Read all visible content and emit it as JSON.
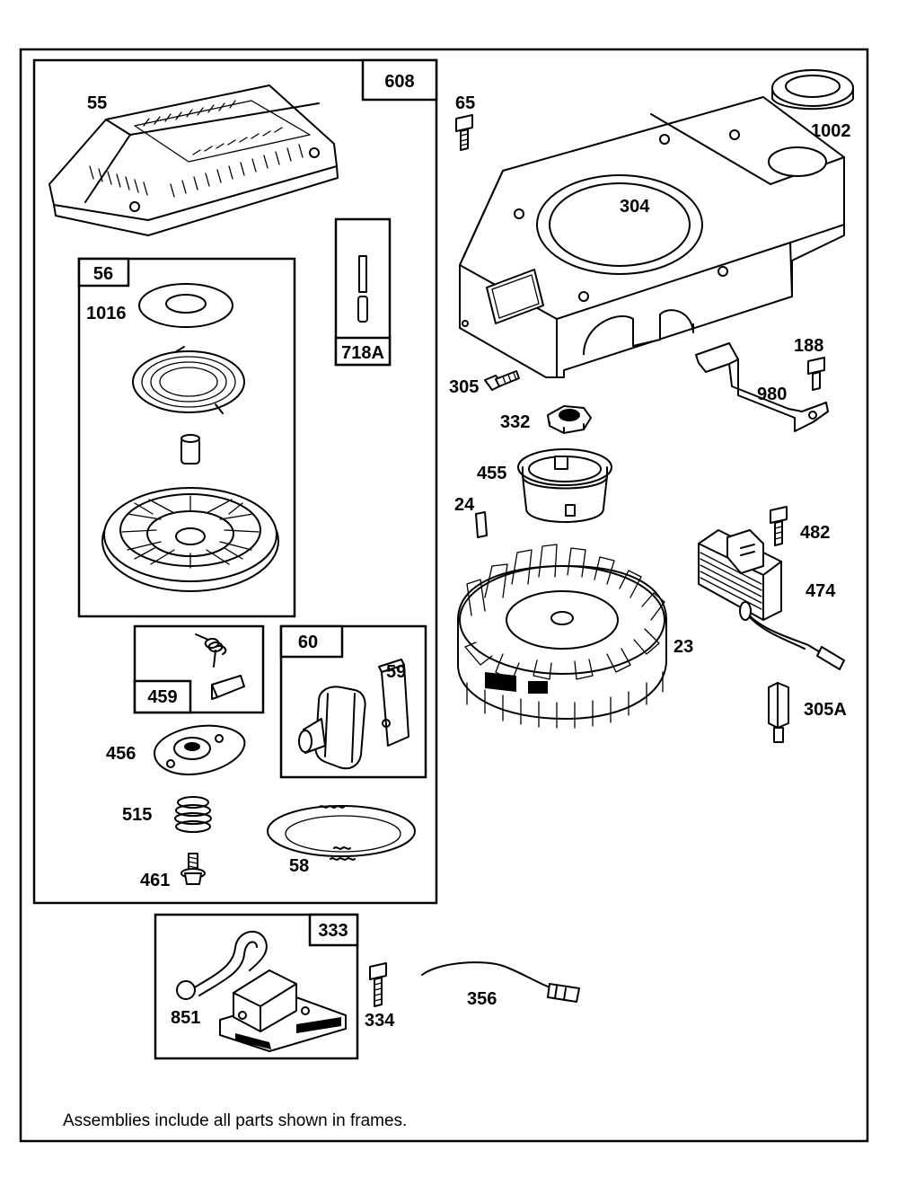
{
  "frames": {
    "f608": "608",
    "f56": "56",
    "f718A": "718A",
    "f459": "459",
    "f60": "60",
    "f333": "333"
  },
  "parts": {
    "p55": "55",
    "p1016": "1016",
    "p456": "456",
    "p515": "515",
    "p461": "461",
    "p59": "59",
    "p58": "58",
    "p65": "65",
    "p1002": "1002",
    "p304": "304",
    "p305": "305",
    "p188": "188",
    "p980": "980",
    "p332": "332",
    "p455": "455",
    "p24": "24",
    "p482": "482",
    "p474": "474",
    "p23": "23",
    "p305A": "305A",
    "p851": "851",
    "p334": "334",
    "p356": "356"
  },
  "footer_note": "Assemblies include all parts shown in frames."
}
